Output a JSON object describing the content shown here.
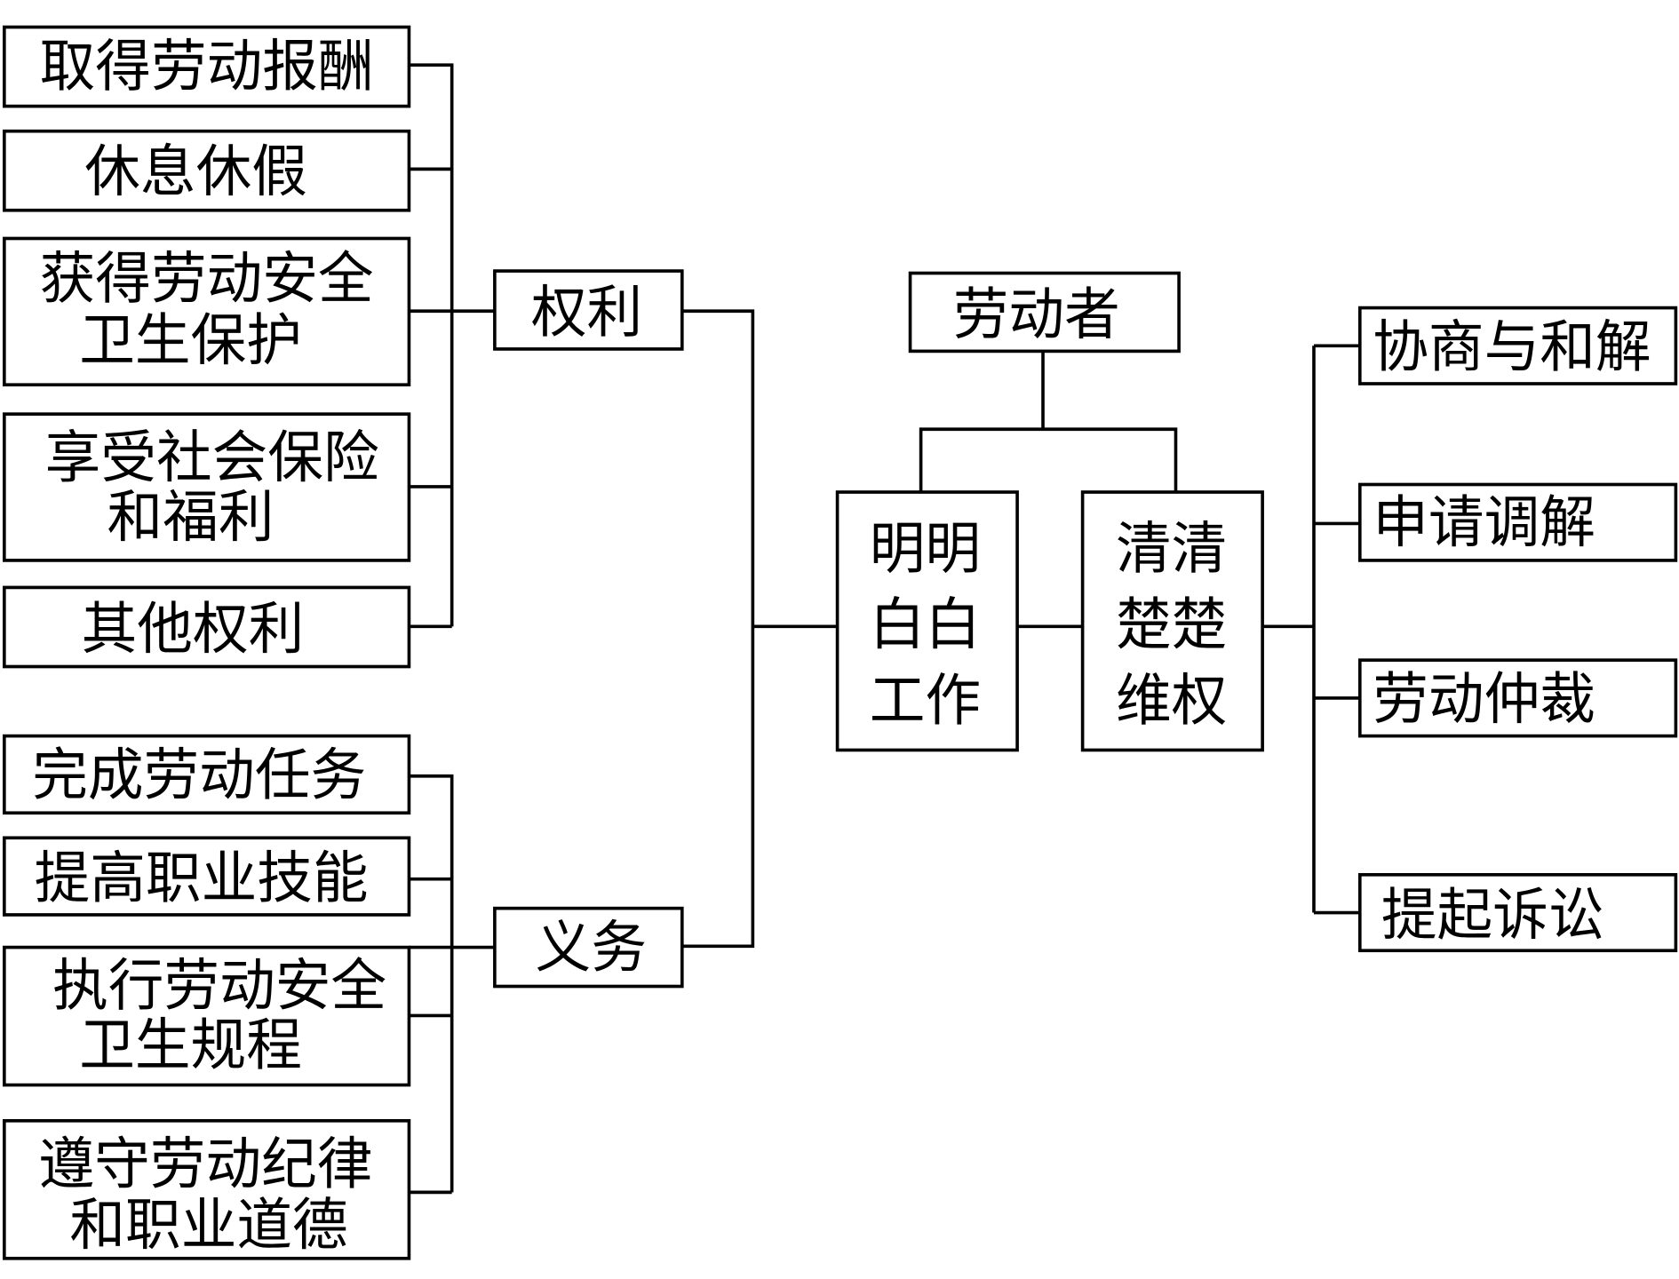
{
  "root": "劳动者",
  "left_branch": {
    "label": [
      "明明",
      "白白",
      "工作"
    ],
    "rights": {
      "label": "权利",
      "items": [
        [
          "取得劳动报酬"
        ],
        [
          "休息休假"
        ],
        [
          "获得劳动安全",
          "卫生保护"
        ],
        [
          "享受社会保险",
          "和福利"
        ],
        [
          "其他权利"
        ]
      ]
    },
    "duties": {
      "label": "义务",
      "items": [
        [
          "完成劳动任务"
        ],
        [
          "提高职业技能"
        ],
        [
          "执行劳动安全",
          "卫生规程"
        ],
        [
          "遵守劳动纪律",
          "和职业道德"
        ]
      ]
    }
  },
  "right_branch": {
    "label": [
      "清清",
      "楚楚",
      "维权"
    ],
    "items": [
      "协商与和解",
      "申请调解",
      "劳动仲裁",
      "提起诉讼"
    ]
  }
}
